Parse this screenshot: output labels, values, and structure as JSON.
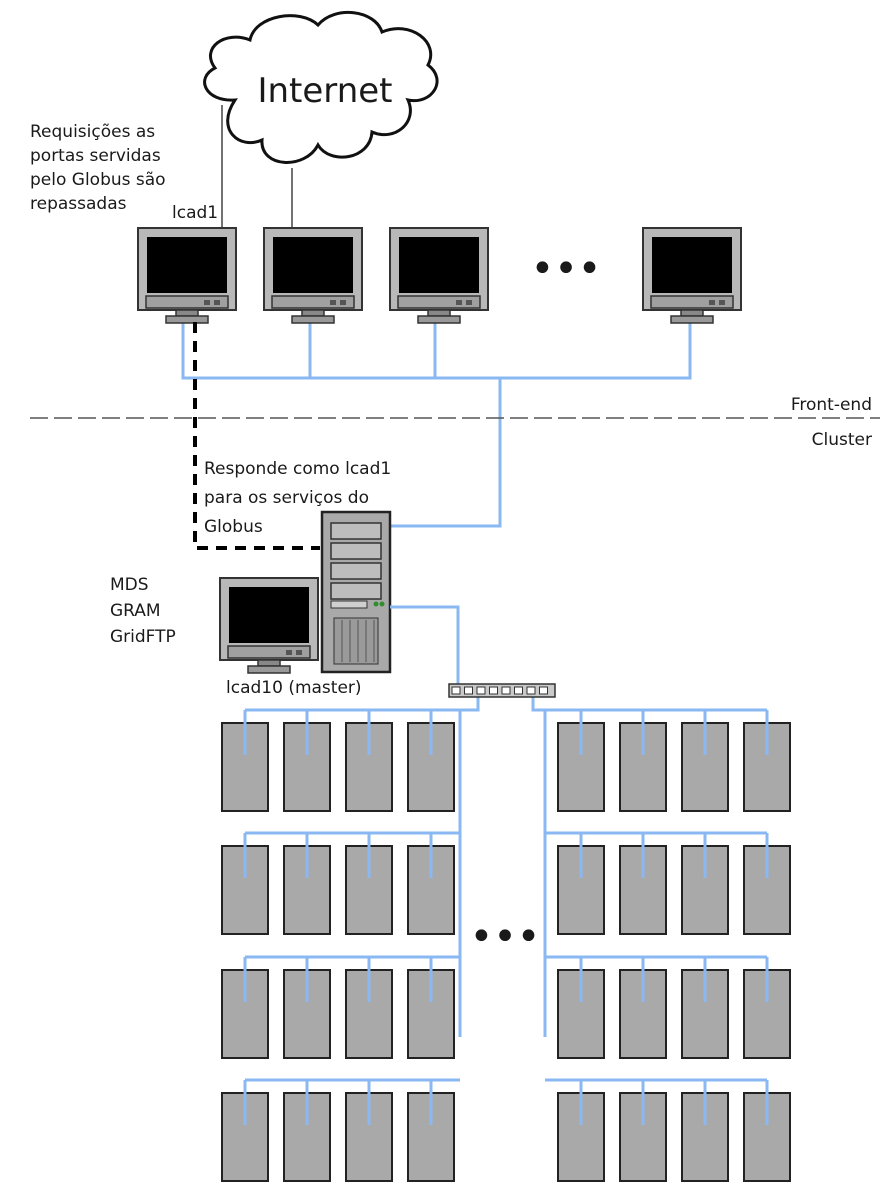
{
  "cloud": {
    "label": "Internet"
  },
  "labels": {
    "forward_line1": "Requisições as",
    "forward_line2": "portas servidas",
    "forward_line3": "pelo Globus são",
    "forward_line4": "repassadas",
    "lcad1": "lcad1",
    "front_end": "Front-end",
    "cluster": "Cluster",
    "responds_line1": "Responde como lcad1",
    "responds_line2": "para os serviços do",
    "responds_line3": "Globus",
    "service_1": "MDS",
    "service_2": "GRAM",
    "service_3": "GridFTP",
    "master": "lcad10 (master)"
  },
  "ellipsis_top": "•••",
  "ellipsis_cluster": "•••",
  "colors": {
    "network_link": "#8ab8f2",
    "node_fill": "#a9a9a9",
    "node_stroke": "#222222",
    "screen": "#000000",
    "monitor_frame": "#b8b8b8"
  },
  "icons": {
    "cloud": "cloud-icon",
    "frontend_monitor": "monitor-icon",
    "master_server": "server-tower-icon",
    "master_monitor": "monitor-icon",
    "switch": "network-switch-icon",
    "cluster_node": "compute-node-icon"
  },
  "cluster": {
    "rows": 4,
    "nodes_per_side": 4,
    "sides": 2
  }
}
